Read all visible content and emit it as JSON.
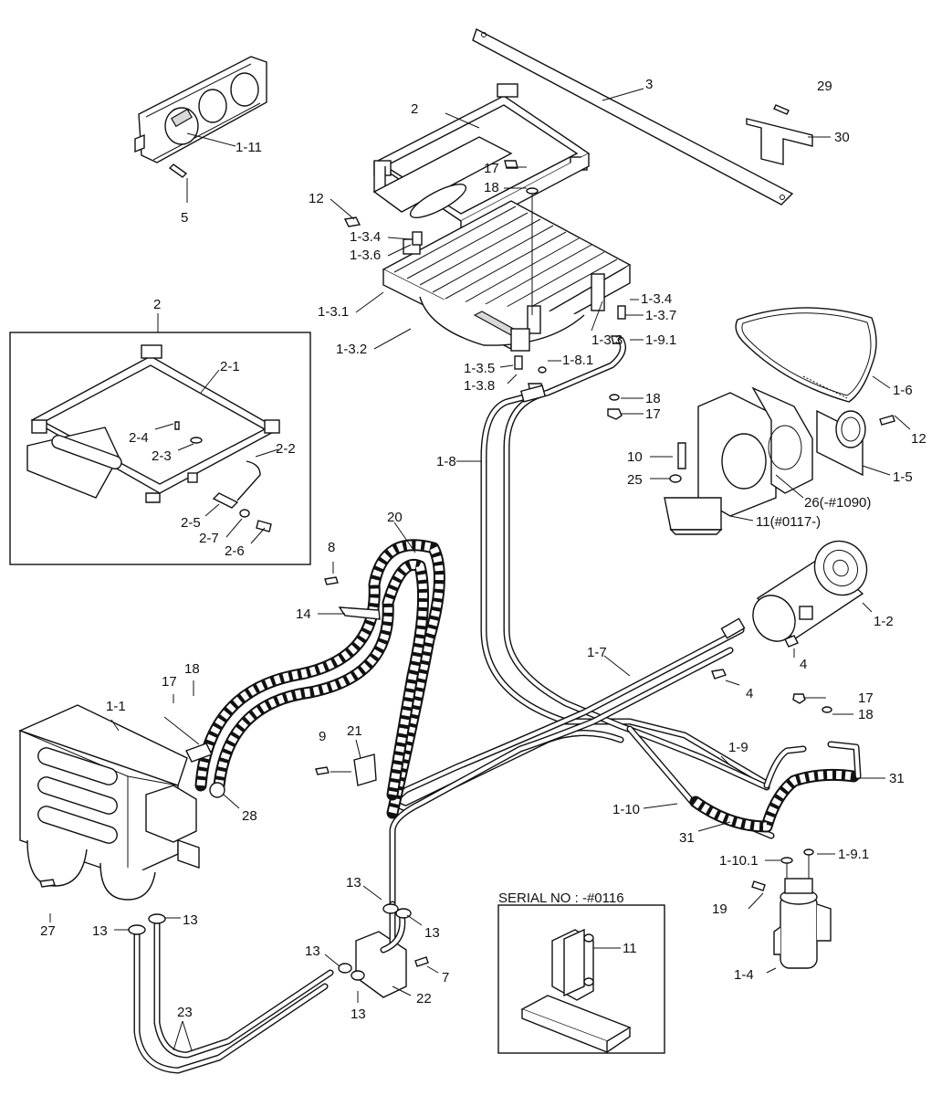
{
  "labels": {
    "l1": "1-11",
    "l2": "5",
    "l3": "2",
    "l4": "3",
    "l5": "29",
    "l6": "30",
    "l7": "17",
    "l8": "18",
    "l9": "12",
    "l10": "1-3.4",
    "l11": "1-3.6",
    "l12": "1-3.1",
    "l13": "1-3.2",
    "l14": "1-3.3",
    "l15": "1-3.4",
    "l16": "1-3.7",
    "l17": "1-9.1",
    "l18": "1-3.5",
    "l19": "1-3.8",
    "l20": "1-8.1",
    "l21": "18",
    "l22": "17",
    "l23": "1-6",
    "l24": "12",
    "l25": "1-5",
    "l26": "10",
    "l27": "25",
    "l28": "26(-#1090)",
    "l29": "11(#0117-)",
    "l30": "1-8",
    "l31": "1-2",
    "l32": "4",
    "l33": "4",
    "l34": "1-7",
    "l35": "17",
    "l36": "18",
    "l37": "1-9",
    "l38": "31",
    "l39": "1-10",
    "l40": "31",
    "l41": "1-10.1",
    "l42": "1-9.1",
    "l43": "19",
    "l44": "1-4",
    "l45": "8",
    "l46": "14",
    "l47": "20",
    "l48": "1-1",
    "l49": "17",
    "l50": "18",
    "l51": "9",
    "l52": "21",
    "l53": "28",
    "l54": "27",
    "l55": "13",
    "l56": "13",
    "l57": "13",
    "l58": "13",
    "l59": "13",
    "l60": "13",
    "l61": "7",
    "l62": "22",
    "l63": "23",
    "l64": "2",
    "l65": "2-1",
    "l66": "2-4",
    "l67": "2-3",
    "l68": "2-2",
    "l69": "2-5",
    "l70": "2-7",
    "l71": "2-6",
    "l72": "11"
  },
  "inset_serial": {
    "title": "SERIAL NO : -#0116"
  }
}
